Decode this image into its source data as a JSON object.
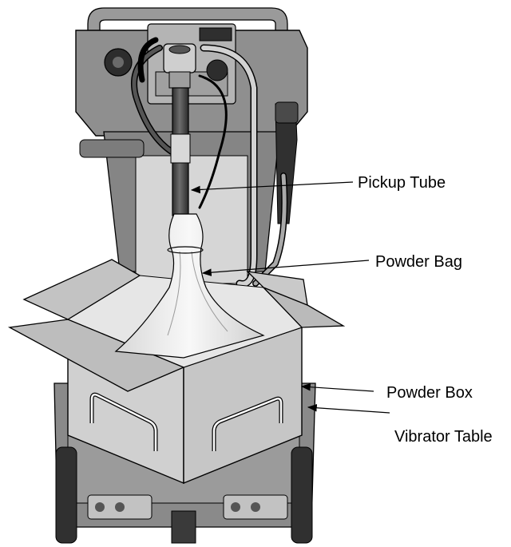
{
  "figure": {
    "callouts": [
      {
        "id": "pickup-tube",
        "label": "Pickup Tube"
      },
      {
        "id": "powder-bag",
        "label": "Powder Bag"
      },
      {
        "id": "powder-box",
        "label": "Powder Box"
      },
      {
        "id": "vibrator-table",
        "label": "Vibrator Table"
      }
    ]
  },
  "colors": {
    "line": "#000000",
    "cart_body": "#8f8f8f",
    "cart_dark": "#3c3c3c",
    "box_face": "#d0d0d0",
    "bag": "#ececec"
  }
}
